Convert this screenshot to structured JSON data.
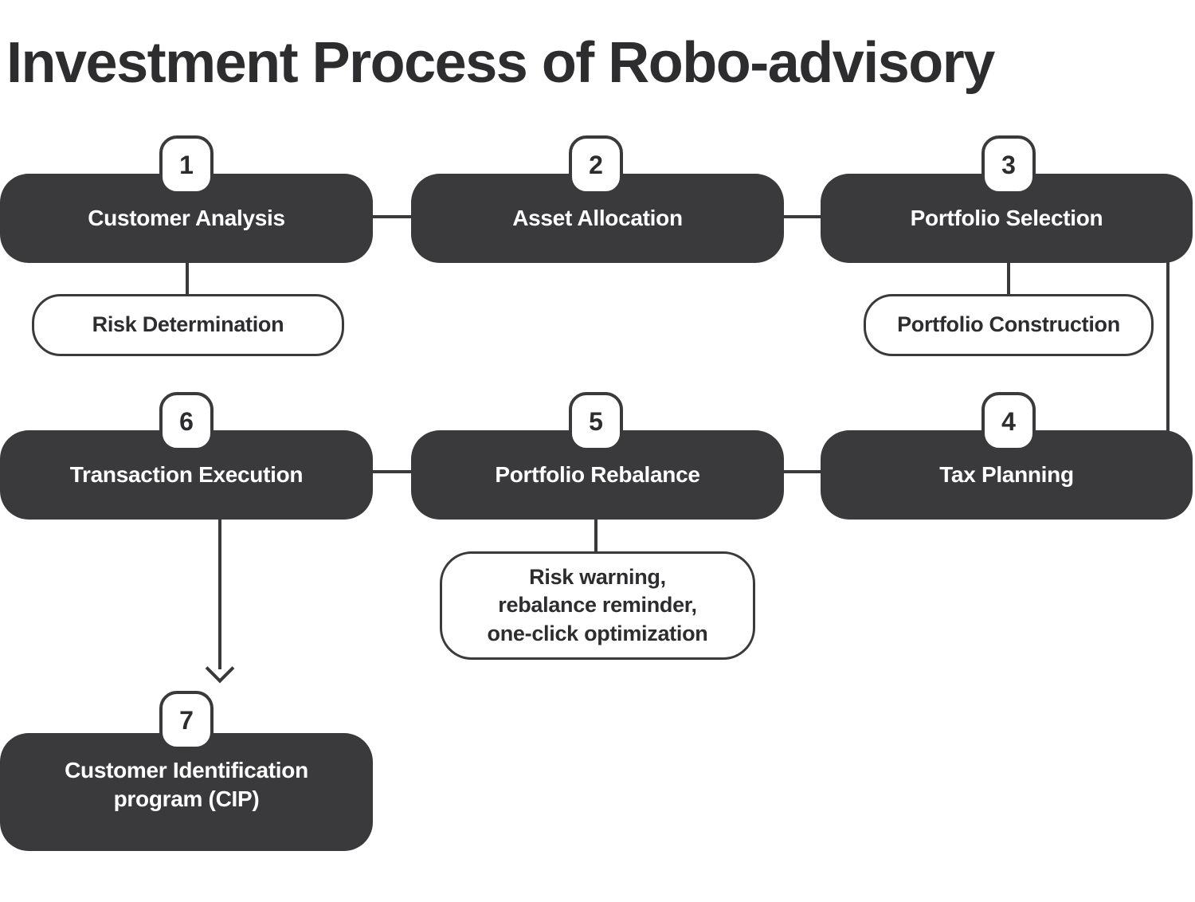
{
  "title": "Investment Process of Robo-advisory",
  "colors": {
    "dark": "#3a3a3c",
    "text_dark": "#2d2d2f",
    "background": "#ffffff"
  },
  "steps": [
    {
      "number": "1",
      "label": "Customer Analysis"
    },
    {
      "number": "2",
      "label": "Asset Allocation"
    },
    {
      "number": "3",
      "label": "Portfolio Selection"
    },
    {
      "number": "4",
      "label": "Tax Planning"
    },
    {
      "number": "5",
      "label": "Portfolio Rebalance"
    },
    {
      "number": "6",
      "label": "Transaction Execution"
    },
    {
      "number": "7",
      "label": "Customer Identification program (CIP)"
    }
  ],
  "callouts": {
    "risk_determination": {
      "label": "Risk Determination"
    },
    "portfolio_construction": {
      "label": "Portfolio Construction"
    },
    "rebalance_details": {
      "lines": [
        "Risk warning,",
        "rebalance reminder,",
        "one-click optimization"
      ]
    }
  }
}
